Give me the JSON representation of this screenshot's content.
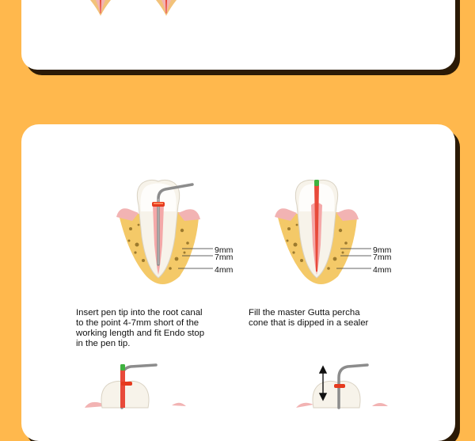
{
  "steps": [
    {
      "caption": "Insert pen tip into the root canal\nto the point 4-7mm short of the\nworking length and fit Endo stop\nin the pen tip.",
      "labels": [
        "9mm",
        "7mm",
        "4mm"
      ]
    },
    {
      "caption": "Fill the master Gutta percha\ncone that is dipped in a sealer",
      "labels": [
        "9mm",
        "7mm",
        "4mm"
      ]
    }
  ],
  "colors": {
    "background": "#FFB84D",
    "card": "#FFFFFF",
    "shadow": "#2B1A06",
    "bone": "#F4C968",
    "gum": "#F2B3B3",
    "endo_stop": "#E63A1E",
    "gutta_percha": "#E84A3A",
    "cone_tip": "#3FB23F",
    "instrument": "#8C8C8C"
  },
  "icons": [
    "tooth-root-icon",
    "tooth-root-icon",
    "pen-tip-instrument-icon",
    "gutta-percha-cone-icon",
    "up-down-arrow-icon"
  ]
}
